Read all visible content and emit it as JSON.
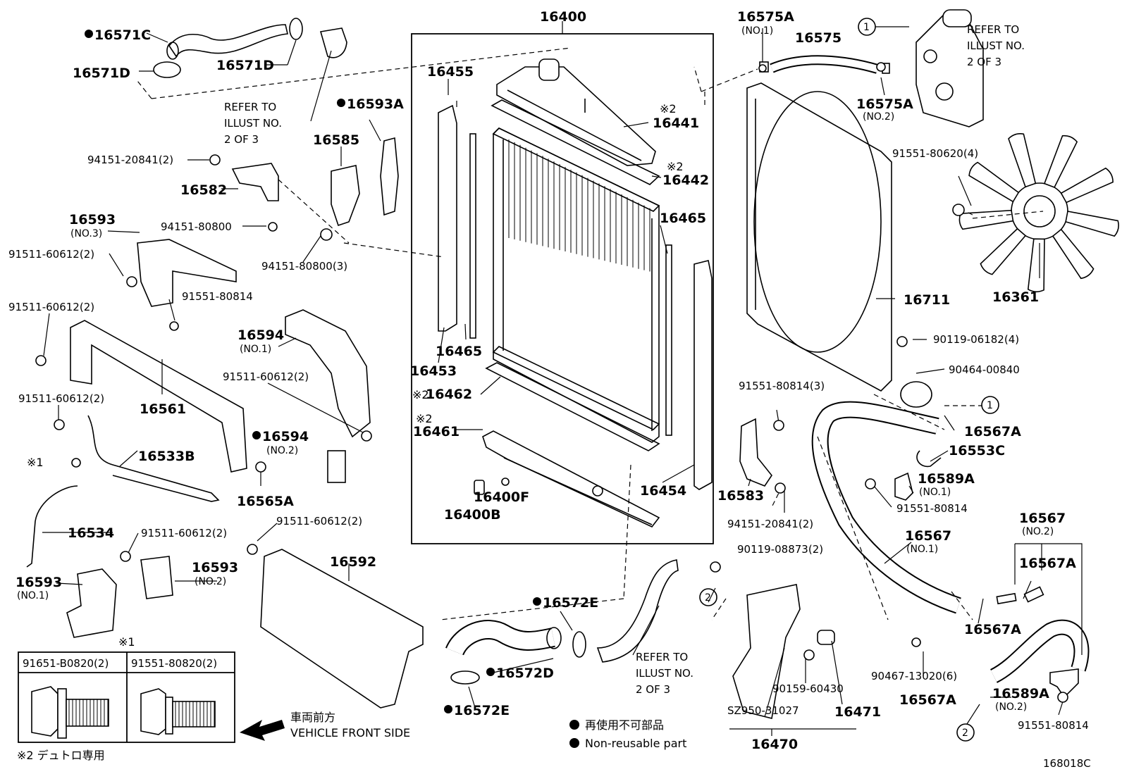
{
  "diagram_id": "168018C",
  "callouts": {
    "p16400": "16400",
    "p16571C": "16571C",
    "p16571D_a": "16571D",
    "p16571D_b": "16571D",
    "p16455": "16455",
    "p16593A": "16593A",
    "p16441": "16441",
    "p16442": "16442",
    "p16585": "16585",
    "p16582": "16582",
    "p16465_a": "16465",
    "p16465_b": "16465",
    "p16453": "16453",
    "p16462": "16462",
    "p16461": "16461",
    "p16454": "16454",
    "p16400F": "16400F",
    "p16400B": "16400B",
    "p16593_no3": "16593",
    "p16593_no2": "16593",
    "p16593_no1": "16593",
    "p16561": "16561",
    "p16594_no1": "16594",
    "p16594_no2": "16594",
    "p16565A": "16565A",
    "p16533B": "16533B",
    "p16534": "16534",
    "p16592": "16592",
    "p16572E_a": "16572E",
    "p16572E_b": "16572E",
    "p16572D": "16572D",
    "p16575A_no1": "16575A",
    "p16575A_no2": "16575A",
    "p16575": "16575",
    "p16711": "16711",
    "p16361": "16361",
    "p16583": "16583",
    "p16553C": "16553C",
    "p16567A_a": "16567A",
    "p16567A_b": "16567A",
    "p16567A_c": "16567A",
    "p16567A_d": "16567A",
    "p16589A_no1": "16589A",
    "p16589A_no2": "16589A",
    "p16567_no1": "16567",
    "p16567_no2": "16567",
    "p16470": "16470",
    "p16471": "16471"
  },
  "bolts": {
    "b94151_20841_2a": "94151-20841(2)",
    "b94151_80800": "94151-80800",
    "b94151_80800_3": "94151-80800(3)",
    "b91511_60612_2a": "91511-60612(2)",
    "b91511_60612_2b": "91511-60612(2)",
    "b91511_60612_2c": "91511-60612(2)",
    "b91511_60612_2d": "91511-60612(2)",
    "b91511_60612_2e": "91511-60612(2)",
    "b91511_60612_2f": "91511-60612(2)",
    "b91551_80814_a": "91551-80814",
    "b91551_80814_3": "91551-80814(3)",
    "b91551_80814_b": "91551-80814",
    "b91551_80814_c": "91551-80814",
    "b91551_80620_4": "91551-80620(4)",
    "b90119_06182_4": "90119-06182(4)",
    "b90464_00840": "90464-00840",
    "b94151_20841_2b": "94151-20841(2)",
    "b90119_08873_2": "90119-08873(2)",
    "b90159_60430": "90159-60430",
    "b90467_13020_6": "90467-13020(6)",
    "bSZ950_31027": "SZ950-31027"
  },
  "subnotes": {
    "no1": "(NO.1)",
    "no2": "(NO.2)",
    "no3": "(NO.3)"
  },
  "marks": {
    "kome1": "※1",
    "kome2": "※2",
    "circle1": "1",
    "circle2": "2"
  },
  "refer": {
    "line1": "REFER TO",
    "line2": "ILLUST NO.",
    "line3": "2 OF 3"
  },
  "legend_box": {
    "mark": "※1",
    "col1": "91651-B0820(2)",
    "col2": "91551-80820(2)"
  },
  "front": {
    "jp": "車両前方",
    "en": "VEHICLE FRONT SIDE"
  },
  "reuse": {
    "jp": "再使用不可部品",
    "en": "Non-reusable part"
  },
  "footnote": "※2 デュトロ専用"
}
